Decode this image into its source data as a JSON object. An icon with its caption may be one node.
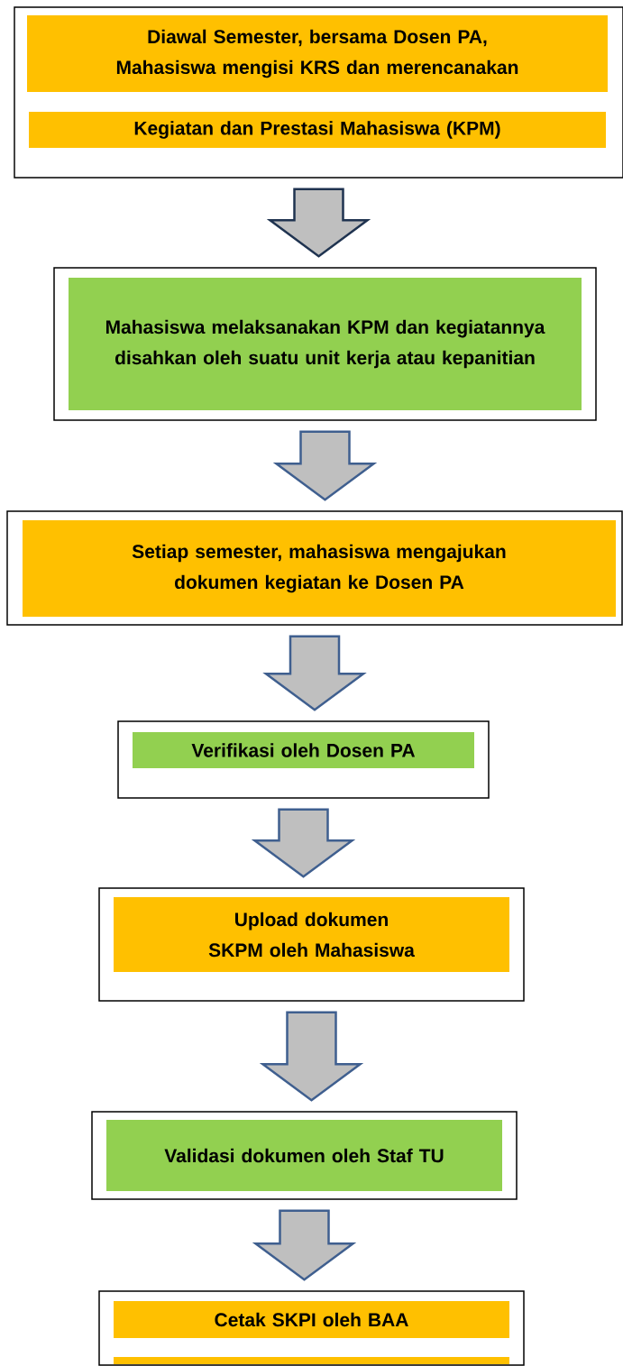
{
  "diagram": {
    "nodes": [
      {
        "text": [],
        "shape": "box"
      },
      {
        "text": [
          "Diawal Semester, bersama Dosen PA, Mahasiswa mengisi KRS dan merencanakan"
        ],
        "in": 0
      },
      {
        "text": [
          "Kegiatan dan Prestasi  Mahasiswa (KPM)"
        ],
        "in": 0
      },
      {
        "text": [],
        "shape": "box"
      },
      {
        "text": [
          "Mahasiswa melaksanakan KPM dan kegiatannya disahkan oleh suatu unit kerja atau kepanitian"
        ],
        "in": 3
      },
      {
        "text": [],
        "shape": "box"
      },
      {
        "text": [
          "Setiap semester, mahasiswa mengajukan dokumen kegiatan ke Dosen PA"
        ],
        "in": 5
      },
      {
        "text": [],
        "shape": "box"
      },
      {
        "text": [
          "Verifikasi  oleh Dosen PA"
        ],
        "in": 7
      },
      {
        "text": [],
        "shape": "box"
      },
      {
        "text": [
          "Upload dokumen SKPM  oleh Mahasiswa"
        ],
        "in": 9
      },
      {
        "text": [],
        "shape": "box"
      },
      {
        "text": [
          "Validasi dokumen oleh Staf TU"
        ],
        "in": 11
      },
      {
        "text": [],
        "shape": "box"
      },
      {
        "text": [
          "Cetak SKPI oleh BAA"
        ],
        "in": 13
      },
      {
        "text": [],
        "shape": "bar",
        "in": 13
      }
    ],
    "edges": [
      {
        "from": 0,
        "to": 3,
        "arrow": "to",
        "color": "#1f3350"
      },
      {
        "from": 3,
        "to": 5,
        "arrow": "to"
      },
      {
        "from": 5,
        "to": 7,
        "arrow": "to"
      },
      {
        "from": 7,
        "to": 9,
        "arrow": "to"
      },
      {
        "from": 9,
        "to": 11,
        "arrow": "to"
      },
      {
        "from": 11,
        "to": 13,
        "arrow": "to"
      }
    ]
  }
}
